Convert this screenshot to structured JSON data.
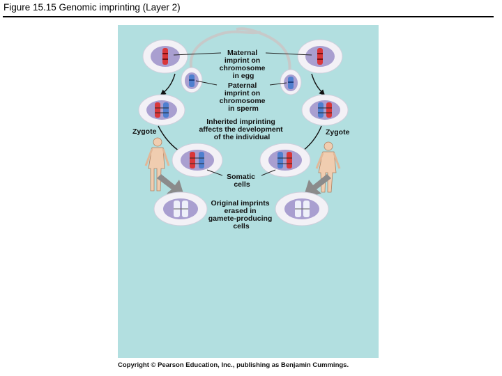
{
  "slide": {
    "title": "Figure 15.15 Genomic imprinting (Layer 2)",
    "copyright": "Copyright © Pearson Education, Inc., publishing as Benjamin Cummings."
  },
  "labels": {
    "maternal": [
      "Maternal",
      "imprint on",
      "chromosome",
      "in egg"
    ],
    "paternal": [
      "Paternal",
      "imprint on",
      "chromosome",
      "in sperm"
    ],
    "inherited": [
      "Inherited imprinting",
      "affects the development",
      "of the individual"
    ],
    "zygote_left": "Zygote",
    "zygote_right": "Zygote",
    "somatic": [
      "Somatic",
      "cells"
    ],
    "erased": [
      "Original imprints",
      "erased in",
      "gamete-producing",
      "cells"
    ]
  },
  "colors": {
    "panel_bg": "#b2dfe0",
    "cell_outer": "#f3f1f6",
    "nucleus": "#a99fd0",
    "maternal_red": "#d9373a",
    "paternal_blue": "#4f7fcf",
    "chromosome_pale": "#eef0fa",
    "arrow_gray": "#8b8b8b"
  }
}
